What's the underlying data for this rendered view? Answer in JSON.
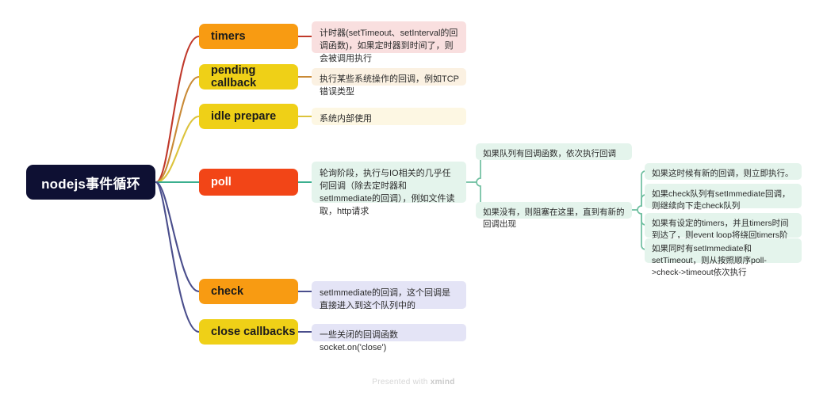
{
  "root": {
    "label": "nodejs事件循环",
    "color": "#0E1033"
  },
  "footer": {
    "prefix": "Presented with ",
    "brand": "xmind"
  },
  "branches": [
    {
      "name": "timers",
      "label": "timers",
      "pill_color": "#F89B12",
      "wire_color": "#C0392B",
      "note": "计时器(setTimeout、setInterval的回调函数)，如果定时器到时间了，则会被调用执行",
      "note_color": "#F9DFDF"
    },
    {
      "name": "pending-callback",
      "label": "pending callback",
      "pill_color": "#EFD017",
      "wire_color": "#C98A36",
      "note": "执行某些系统操作的回调，例如TCP错误类型",
      "note_color": "#FBF1E2"
    },
    {
      "name": "idle-prepare",
      "label": "idle prepare",
      "pill_color": "#EFD017",
      "wire_color": "#DCC33C",
      "note": "系统内部使用",
      "note_color": "#FDF7E3"
    },
    {
      "name": "poll",
      "label": "poll",
      "pill_color": "#F24517",
      "wire_color": "#3BAF8F",
      "note": "轮询阶段，执行与IO相关的几乎任何回调（除去定时器和setImmediate的回调），例如文件读取，http请求",
      "note_color": "#E4F4EC"
    },
    {
      "name": "check",
      "label": "check",
      "pill_color": "#F89B12",
      "wire_color": "#4A4E8C",
      "note": "setImmediate的回调，这个回调是直接进入到这个队列中的",
      "note_color": "#E4E4F6"
    },
    {
      "name": "close-callbacks",
      "label": "close callbacks",
      "pill_color": "#EFD017",
      "wire_color": "#4A4E8C",
      "note": "一些关闭的回调函数 socket.on('close')",
      "note_color": "#E4E4F6"
    }
  ],
  "poll_subtree": {
    "bracket_color": "#6FBFA0",
    "children": [
      {
        "name": "queue-has-callbacks",
        "text": "如果队列有回调函数，依次执行回调",
        "grandchildren": []
      },
      {
        "name": "queue-empty-blocks",
        "text": "如果没有，则阻塞在这里，直到有新的回调出现",
        "grandchildren": [
          {
            "name": "new-callback-immediate",
            "text": "如果这时候有新的回调，则立即执行。"
          },
          {
            "name": "check-queue-setimmediate",
            "text": "如果check队列有setImmediate回调，则继续向下走check队列"
          },
          {
            "name": "timers-due",
            "text": "如果有设定的timers，并且timers时间到达了，则event loop将绕回timers阶段执行timers"
          },
          {
            "name": "both-setimmediate-settimeout",
            "text": "如果同时有setImmediate和setTimeout，则从按照顺序poll->check->timeout依次执行"
          }
        ]
      }
    ]
  }
}
